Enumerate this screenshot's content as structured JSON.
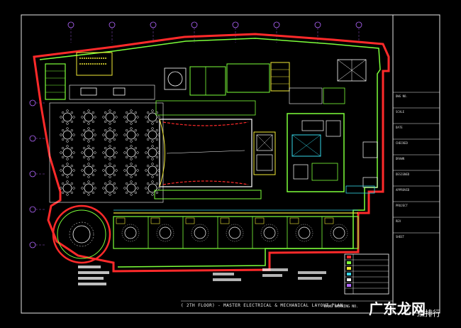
{
  "drawing": {
    "caption": "( 2TH FLOOR) - MASTER ELECTRICAL & MECHANICAL LAYOUT PLAN",
    "drawing_number": "DRWG BRAWING NO.",
    "grid_count_top": 8,
    "grid_count_left": 5
  },
  "title_block": {
    "rows": [
      "DWG NO.",
      "SCALE",
      "DATE",
      "CHECKED",
      "DRAWN",
      "DESIGNED",
      "APPROVED",
      "PROJECT",
      "REV",
      "SHEET"
    ]
  },
  "watermark": {
    "brand": "广东龙网",
    "sub": "点排行"
  },
  "colors": {
    "background": "#000000",
    "outer_wall": "#ff2a2a",
    "inner_wall": "#7dff3a",
    "fixture": "#ffffff",
    "frame": "#e6e6e6",
    "grid_bubble": "#b266ff",
    "cyan": "#35d6e8",
    "yellow": "#f2ea36"
  }
}
